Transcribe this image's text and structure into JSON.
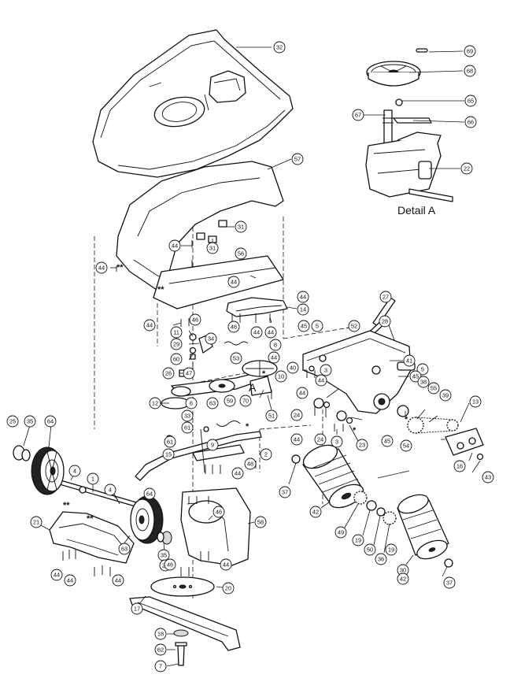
{
  "detail_title": "Detail A",
  "view_marker": "A",
  "marker_star": "*",
  "marker_double_star": "**",
  "callouts": [
    {
      "id": "c32",
      "label": "32"
    },
    {
      "id": "c69",
      "label": "69"
    },
    {
      "id": "c68",
      "label": "68"
    },
    {
      "id": "c65",
      "label": "65"
    },
    {
      "id": "c67",
      "label": "67"
    },
    {
      "id": "c66",
      "label": "66"
    },
    {
      "id": "c22",
      "label": "22"
    },
    {
      "id": "c57",
      "label": "57"
    },
    {
      "id": "c31a",
      "label": "31"
    },
    {
      "id": "c31b",
      "label": "31"
    },
    {
      "id": "c44a",
      "label": "44"
    },
    {
      "id": "c56",
      "label": "56"
    },
    {
      "id": "c44b",
      "label": "44"
    },
    {
      "id": "c44c",
      "label": "44"
    },
    {
      "id": "c44d",
      "label": "44"
    },
    {
      "id": "c14",
      "label": "14"
    },
    {
      "id": "c44e",
      "label": "44"
    },
    {
      "id": "c27",
      "label": "27"
    },
    {
      "id": "c28",
      "label": "28"
    },
    {
      "id": "c46a",
      "label": "46"
    },
    {
      "id": "c46b",
      "label": "46"
    },
    {
      "id": "c44f",
      "label": "44"
    },
    {
      "id": "c45a",
      "label": "45"
    },
    {
      "id": "c5a",
      "label": "5"
    },
    {
      "id": "c52",
      "label": "52"
    },
    {
      "id": "c11",
      "label": "11"
    },
    {
      "id": "c34",
      "label": "34"
    },
    {
      "id": "c44g",
      "label": "44"
    },
    {
      "id": "c29",
      "label": "29"
    },
    {
      "id": "c8",
      "label": "8"
    },
    {
      "id": "c60",
      "label": "60"
    },
    {
      "id": "c53",
      "label": "53"
    },
    {
      "id": "c44h",
      "label": "44"
    },
    {
      "id": "c47",
      "label": "47"
    },
    {
      "id": "c40",
      "label": "40"
    },
    {
      "id": "c41",
      "label": "41"
    },
    {
      "id": "c26",
      "label": "26"
    },
    {
      "id": "c10",
      "label": "10"
    },
    {
      "id": "c3a",
      "label": "3"
    },
    {
      "id": "c44i",
      "label": "44"
    },
    {
      "id": "c5b",
      "label": "5"
    },
    {
      "id": "c45b",
      "label": "45"
    },
    {
      "id": "c38",
      "label": "38"
    },
    {
      "id": "c12",
      "label": "12"
    },
    {
      "id": "c6",
      "label": "6"
    },
    {
      "id": "c63a",
      "label": "63"
    },
    {
      "id": "c59",
      "label": "59"
    },
    {
      "id": "c70",
      "label": "70"
    },
    {
      "id": "c51",
      "label": "51"
    },
    {
      "id": "c44j",
      "label": "44"
    },
    {
      "id": "c24a",
      "label": "24"
    },
    {
      "id": "c55",
      "label": "55"
    },
    {
      "id": "c39",
      "label": "39"
    },
    {
      "id": "c13",
      "label": "13"
    },
    {
      "id": "c33",
      "label": "33"
    },
    {
      "id": "c61a",
      "label": "61"
    },
    {
      "id": "c61b",
      "label": "61"
    },
    {
      "id": "c9",
      "label": "9"
    },
    {
      "id": "c3b",
      "label": "3"
    },
    {
      "id": "c23",
      "label": "23"
    },
    {
      "id": "c45c",
      "label": "45"
    },
    {
      "id": "c24b",
      "label": "24"
    },
    {
      "id": "c44k",
      "label": "44"
    },
    {
      "id": "c54",
      "label": "54"
    },
    {
      "id": "c25a",
      "label": "25"
    },
    {
      "id": "c35",
      "label": "35"
    },
    {
      "id": "c64a",
      "label": "64"
    },
    {
      "id": "c15",
      "label": "15"
    },
    {
      "id": "c2",
      "label": "2"
    },
    {
      "id": "c48",
      "label": "48"
    },
    {
      "id": "c16",
      "label": "16"
    },
    {
      "id": "c43",
      "label": "43"
    },
    {
      "id": "c44l",
      "label": "44"
    },
    {
      "id": "c4a",
      "label": "4"
    },
    {
      "id": "c1",
      "label": "1"
    },
    {
      "id": "c37a",
      "label": "37"
    },
    {
      "id": "c4b",
      "label": "4"
    },
    {
      "id": "c64b",
      "label": "64"
    },
    {
      "id": "c21",
      "label": "21"
    },
    {
      "id": "c63b",
      "label": "63"
    },
    {
      "id": "c46c",
      "label": "46"
    },
    {
      "id": "c58",
      "label": "58"
    },
    {
      "id": "c42a",
      "label": "42"
    },
    {
      "id": "c49",
      "label": "49"
    },
    {
      "id": "c19a",
      "label": "19"
    },
    {
      "id": "c50",
      "label": "50"
    },
    {
      "id": "c36",
      "label": "36"
    },
    {
      "id": "c19b",
      "label": "19"
    },
    {
      "id": "c30",
      "label": "30"
    },
    {
      "id": "c35b",
      "label": "35"
    },
    {
      "id": "c25b",
      "label": "25"
    },
    {
      "id": "c44m",
      "label": "44"
    },
    {
      "id": "c44n",
      "label": "44"
    },
    {
      "id": "c44o",
      "label": "44"
    },
    {
      "id": "c46d",
      "label": "46"
    },
    {
      "id": "c44p",
      "label": "44"
    },
    {
      "id": "c20",
      "label": "20"
    },
    {
      "id": "c42b",
      "label": "42"
    },
    {
      "id": "c37b",
      "label": "37"
    },
    {
      "id": "c17",
      "label": "17"
    },
    {
      "id": "c18",
      "label": "18"
    },
    {
      "id": "c62",
      "label": "62"
    },
    {
      "id": "c7",
      "label": "7"
    }
  ]
}
